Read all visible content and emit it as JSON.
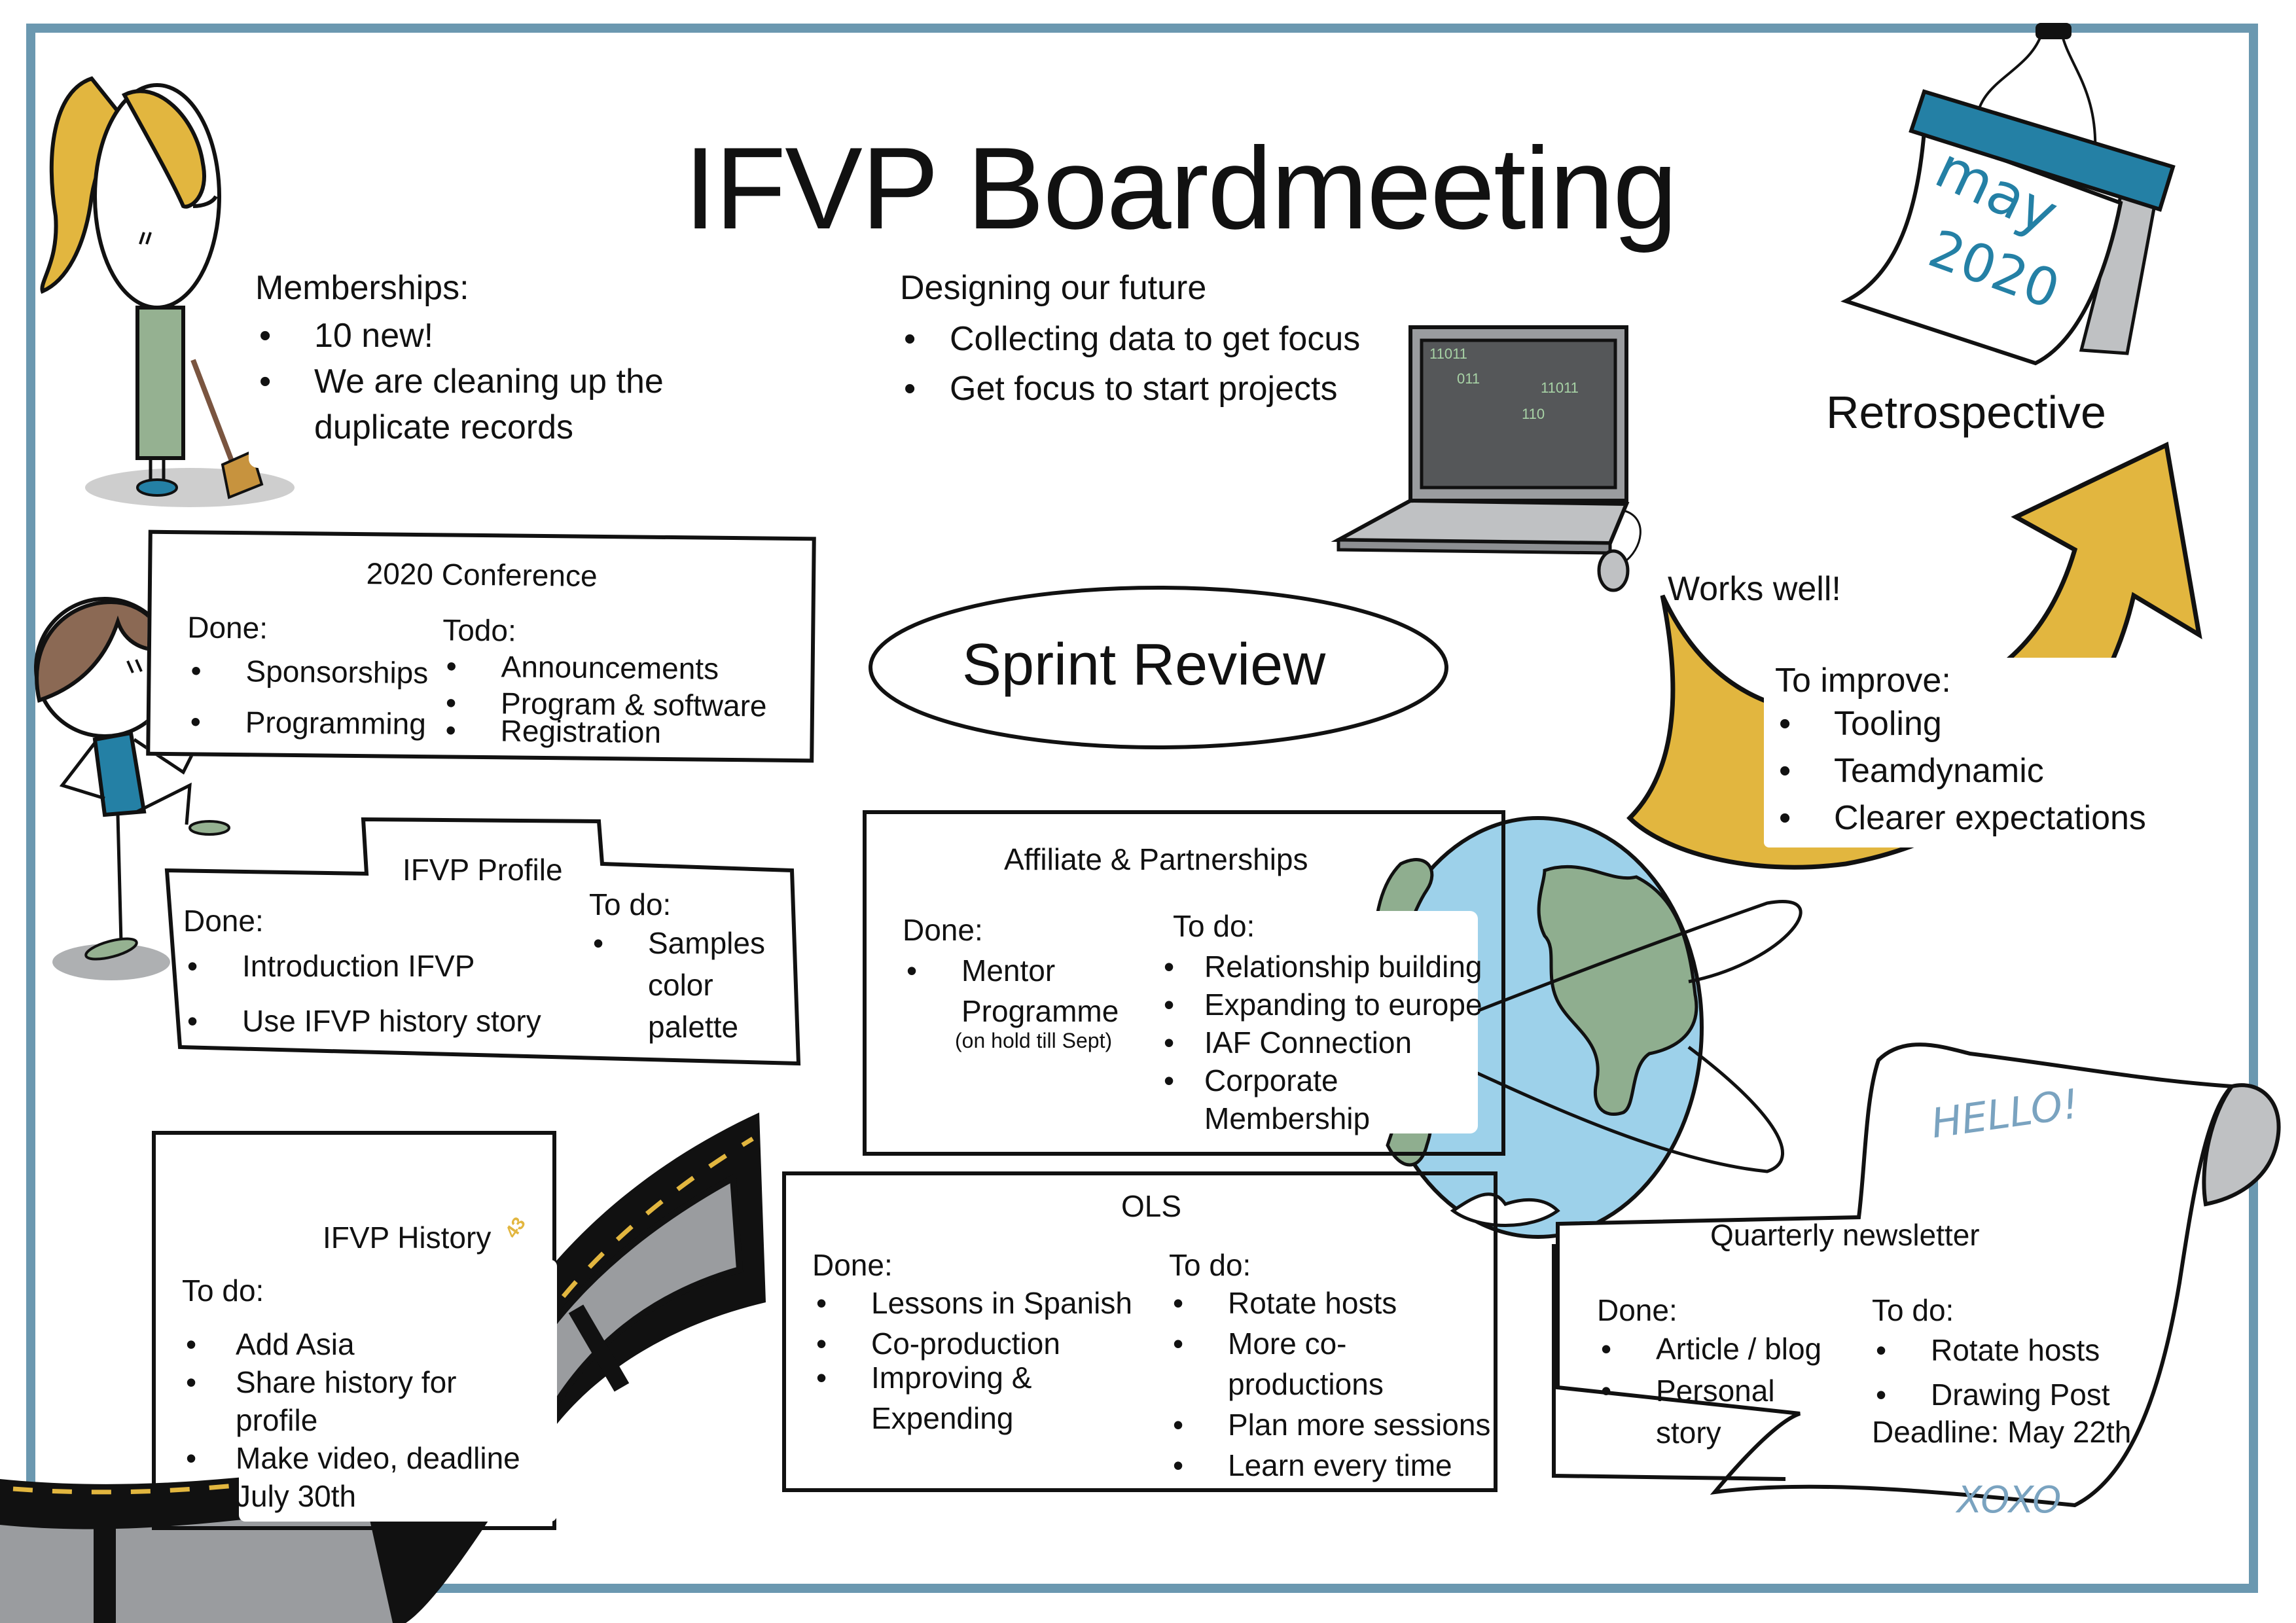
{
  "title": "IFVP Boardmeeting",
  "colors": {
    "frame": "#6b98b0",
    "arrow_yellow": "#e2b63f",
    "calendar_blue": "#2480a5",
    "globe_water": "#9dd1ea",
    "globe_land": "#8fae8f",
    "film_gray": "#9a9c9f",
    "hair_brown": "#8b6954",
    "shirt_green": "#95b191",
    "laptop_screen": "#555759",
    "binary_green": "#a8d3a6",
    "handwriting_blue": "#7aa3c0"
  },
  "memberships": {
    "heading": "Memberships:",
    "items": [
      "10 new!",
      "We are cleaning up the duplicate records"
    ],
    "items_lines": [
      [
        "10 new!"
      ],
      [
        "We are cleaning up the",
        "duplicate records"
      ]
    ]
  },
  "designing": {
    "heading": "Designing our future",
    "items": [
      "Collecting data to get focus",
      "Get focus to start projects"
    ]
  },
  "laptop": {
    "screen_codes": [
      "11011",
      "011",
      "11011",
      "110"
    ]
  },
  "calendar": {
    "month": "may",
    "year": "2020"
  },
  "retrospective": {
    "label": "Retrospective",
    "works_well": "Works well!",
    "to_improve_heading": "To improve:",
    "to_improve": [
      "Tooling",
      "Teamdynamic",
      "Clearer expectations"
    ]
  },
  "sprint_review": {
    "label": "Sprint Review"
  },
  "conference": {
    "title": "2020 Conference",
    "done_heading": "Done:",
    "done": [
      "Sponsorships",
      "Programming"
    ],
    "todo_heading": "Todo:",
    "todo": [
      "Announcements",
      "Program & software",
      "Registration"
    ]
  },
  "profile": {
    "title": "IFVP Profile",
    "done_heading": "Done:",
    "done": [
      "Introduction IFVP",
      "Use IFVP history story"
    ],
    "todo_heading": "To do:",
    "todo": [
      "Samples color palette"
    ],
    "todo_lines": [
      "Samples",
      "color",
      "palette"
    ]
  },
  "history": {
    "title": "IFVP History",
    "todo_heading": "To do:",
    "todo": [
      "Add Asia",
      "Share history for profile",
      "Make video, deadline July 30th"
    ],
    "todo_lines": [
      [
        "Add Asia"
      ],
      [
        "Share history for",
        "profile"
      ],
      [
        "Make video, deadline",
        "July 30th"
      ]
    ],
    "film_frame_number": "43"
  },
  "affiliate": {
    "title": "Affiliate & Partnerships",
    "done_heading": "Done:",
    "done": [
      "Mentor Programme"
    ],
    "done_lines": [
      "Mentor",
      "Programme"
    ],
    "done_note": "(on hold till Sept)",
    "todo_heading": "To do:",
    "todo": [
      "Relationship building",
      "Expanding to europe",
      "IAF Connection",
      "Corporate Membership"
    ],
    "todo_lines": [
      [
        "Relationship building"
      ],
      [
        "Expanding to europe"
      ],
      [
        "IAF Connection"
      ],
      [
        "Corporate",
        "Membership"
      ]
    ]
  },
  "ols": {
    "title": "OLS",
    "done_heading": "Done:",
    "done": [
      "Lessons in Spanish",
      "Co-production",
      "Improving & Expending"
    ],
    "done_lines": [
      [
        "Lessons in Spanish"
      ],
      [
        "Co-production"
      ],
      [
        "Improving &",
        "Expending"
      ]
    ],
    "todo_heading": "To do:",
    "todo": [
      "Rotate hosts",
      "More co-productions",
      "Plan more sessions",
      "Learn every time"
    ],
    "todo_lines": [
      [
        "Rotate hosts"
      ],
      [
        "More co-",
        "productions"
      ],
      [
        "Plan more sessions"
      ],
      [
        "Learn every time"
      ]
    ]
  },
  "newsletter": {
    "title": "Quarterly newsletter",
    "done_heading": "Done:",
    "done": [
      "Article / blog",
      "Personal story"
    ],
    "done_lines": [
      [
        "Article / blog"
      ],
      [
        "Personal",
        "story"
      ]
    ],
    "todo_heading": "To do:",
    "todo": [
      "Rotate hosts",
      "Drawing Post"
    ],
    "deadline": "Deadline: May 22th",
    "scroll_greeting": "HELLO!",
    "scroll_signoff": "XOXO"
  }
}
